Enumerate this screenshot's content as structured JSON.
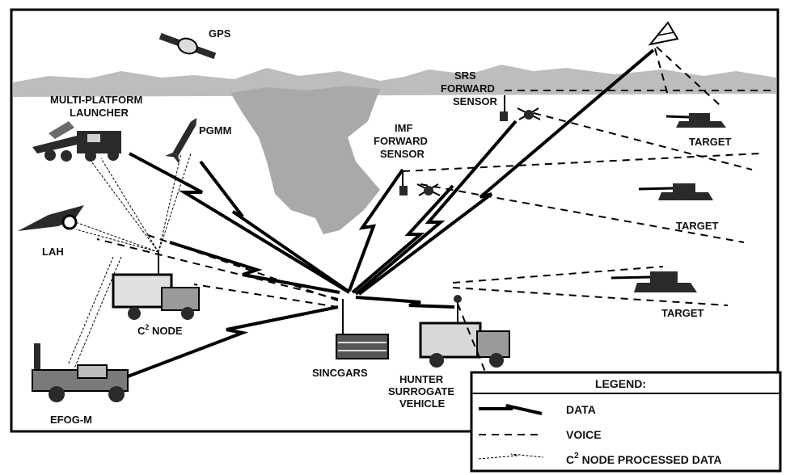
{
  "labels": {
    "gps": "GPS",
    "mpl": [
      "MULTI-PLATFORM",
      "LAUNCHER"
    ],
    "pgmm": "PGMM",
    "lah": "LAH",
    "c2node_base": "C",
    "c2node_sup": "2",
    "c2node_rest": " NODE",
    "efogm": "EFOG-M",
    "sincgars": "SINCGARS",
    "hunter": [
      "HUNTER",
      "SURROGATE",
      "VEHICLE"
    ],
    "imf": [
      "IMF",
      "FORWARD",
      "SENSOR"
    ],
    "srs": [
      "SRS",
      "FORWARD",
      "SENSOR"
    ],
    "target1": "TARGET",
    "target2": "TARGET",
    "target3": "TARGET"
  },
  "legend": {
    "title": "LEGEND:",
    "data": "DATA",
    "voice": "VOICE",
    "c2_base": "C",
    "c2_sup": "2",
    "c2_rest": " NODE PROCESSED DATA"
  },
  "colors": {
    "ink": "#000000",
    "terrain": "#a9a9a9",
    "mountains": "#bdbdbd",
    "background": "#ffffff"
  },
  "icons": [
    "satellite-icon",
    "launcher-vehicle-icon",
    "missile-icon",
    "helicopter-icon",
    "c2-truck-icon",
    "efogm-vehicle-icon",
    "radio-icon",
    "hunter-vehicle-icon",
    "sensor-icon",
    "uav-icon",
    "tank-icon"
  ]
}
